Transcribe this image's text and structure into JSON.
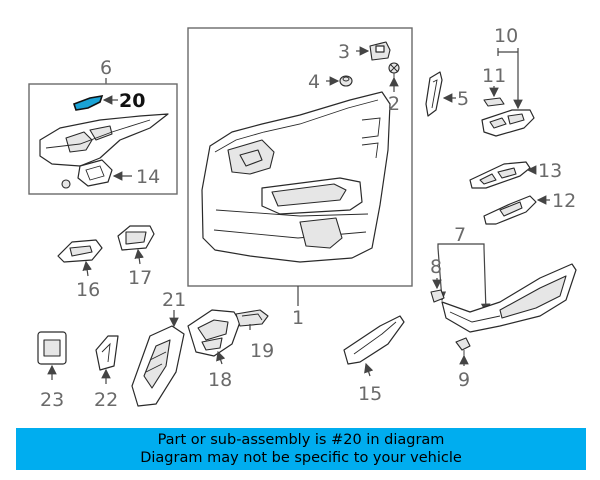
{
  "callouts": {
    "c1": "1",
    "c2": "2",
    "c3": "3",
    "c4": "4",
    "c5": "5",
    "c6": "6",
    "c7": "7",
    "c8": "8",
    "c9": "9",
    "c10": "10",
    "c11": "11",
    "c12": "12",
    "c13": "13",
    "c14": "14",
    "c15": "15",
    "c16": "16",
    "c17": "17",
    "c18": "18",
    "c19": "19",
    "c20": "20",
    "c21": "21",
    "c22": "22",
    "c23": "23"
  },
  "banner": {
    "line1": "Part or sub-assembly is #20 in diagram",
    "line2": "Diagram may not be specific to your vehicle"
  },
  "colors": {
    "banner_bg": "#00adef",
    "highlight_part": "#1aa3d6",
    "callout_text": "#6a6a6a"
  }
}
